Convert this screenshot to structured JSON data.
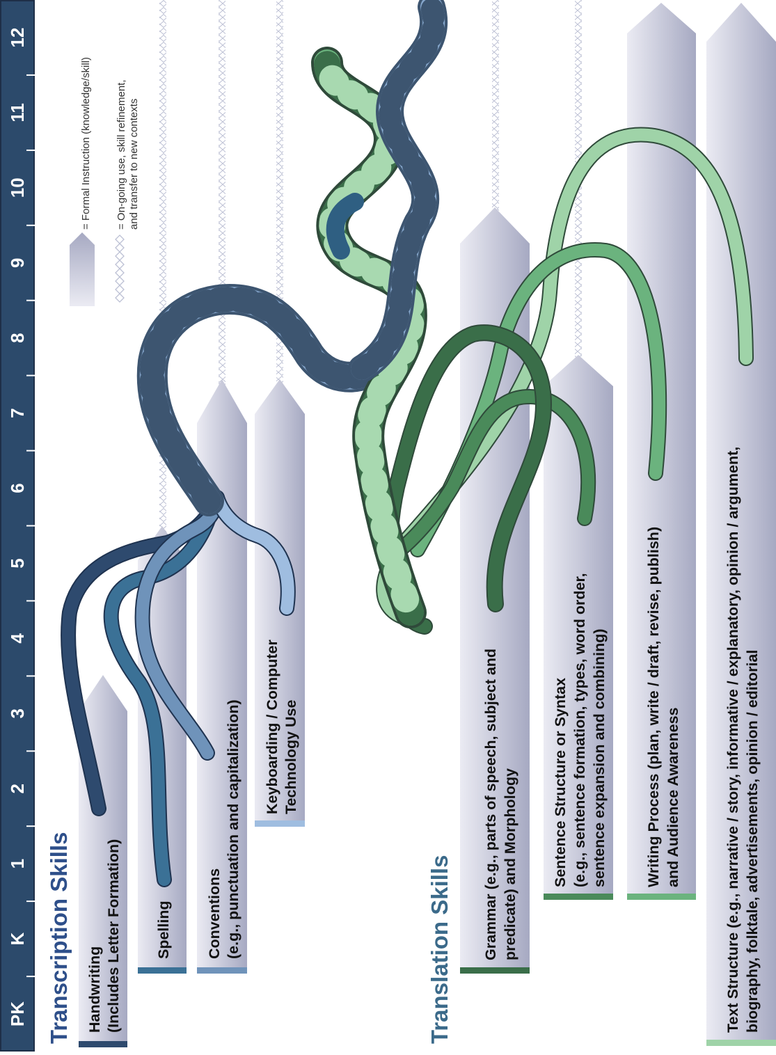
{
  "grades": [
    "PK",
    "K",
    "1",
    "2",
    "3",
    "4",
    "5",
    "6",
    "7",
    "8",
    "9",
    "10",
    "11",
    "12"
  ],
  "legend": {
    "formal": "= Formal Instruction (knowledge/skill)",
    "ongoing_line1": "= On-going use, skill refinement,",
    "ongoing_line2": "and transfer to new contexts"
  },
  "groups": {
    "transcription": "Transcription Skills",
    "translation": "Translation Skills"
  },
  "skills": [
    {
      "id": "handwriting",
      "group": "transcription",
      "lines": [
        "Handwriting",
        "(Includes Letter Formation)"
      ],
      "color": "#2e4a6e",
      "formal_through_grade": "3"
    },
    {
      "id": "spelling",
      "group": "transcription",
      "lines": [
        "Spelling"
      ],
      "color": "#3b7196",
      "formal_through_grade": "5"
    },
    {
      "id": "conventions",
      "group": "transcription",
      "lines": [
        "Conventions",
        "(e.g., punctuation and capitalization)"
      ],
      "color": "#6f93ba",
      "formal_through_grade": "7"
    },
    {
      "id": "keyboarding",
      "group": "transcription",
      "lines": [
        "Keyboarding / Computer",
        "Technology Use"
      ],
      "color": "#9fbde0",
      "formal_through_grade": "7"
    },
    {
      "id": "grammar",
      "group": "translation",
      "lines": [
        "Grammar (e.g., parts of speech, subject and",
        "predicate) and Morphology"
      ],
      "color": "#3a6e49",
      "formal_through_grade": "9"
    },
    {
      "id": "sentence-structure",
      "group": "translation",
      "lines": [
        "Sentence Structure or Syntax",
        "(e.g., sentence formation, types, word order,",
        "sentence expansion and combining)"
      ],
      "color": "#4a8a5a",
      "formal_through_grade": "7"
    },
    {
      "id": "writing-process",
      "group": "translation",
      "lines": [
        "Writing Process (plan, write / draft, revise, publish)",
        "and Audience Awareness"
      ],
      "color": "#6bb37e",
      "formal_through_grade": "12"
    },
    {
      "id": "text-structure",
      "group": "translation",
      "lines": [
        "Text Structure (e.g., narrative / story, informative / explanatory, opinion / argument,",
        "biography, folktale, advertisements, opinion / editorial"
      ],
      "color": "#9fd3a8",
      "formal_through_grade": "12"
    }
  ],
  "colors": {
    "band": "#2c4a6b",
    "transcription_title": "#2e4f8a",
    "translation_title": "#3b6a8a",
    "arrow_light": "#eaeaf2",
    "arrow_dark": "#a6a9c2",
    "diamond": "#bcc0d4"
  }
}
